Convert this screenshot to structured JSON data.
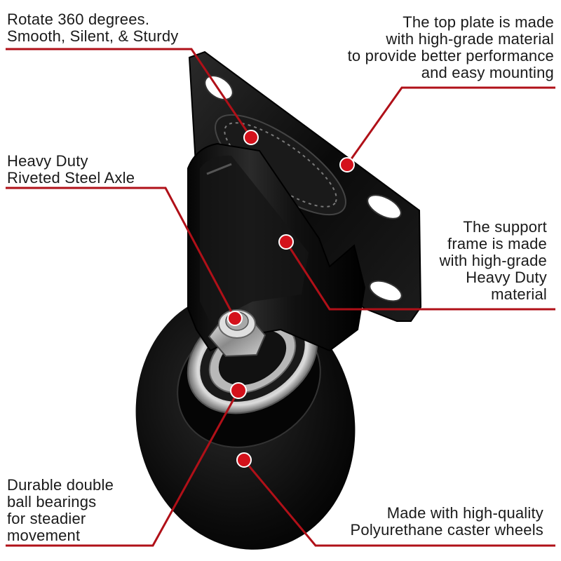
{
  "callouts": {
    "rotate": {
      "lines": [
        "Rotate 360 degrees.",
        "Smooth, Silent, & Sturdy"
      ]
    },
    "plate": {
      "lines": [
        "The top plate is made",
        "with high-grade material",
        "to provide better performance",
        "and easy mounting"
      ]
    },
    "axle": {
      "lines": [
        "Heavy Duty",
        "Riveted Steel Axle"
      ]
    },
    "frame": {
      "lines": [
        "The support",
        "frame is made",
        "with high-grade",
        "Heavy Duty",
        "material"
      ]
    },
    "bearings": {
      "lines": [
        "Durable double",
        "ball bearings",
        "for steadier",
        "movement"
      ]
    },
    "wheel": {
      "lines": [
        "Made with high-quality",
        "Polyurethane caster wheels"
      ]
    }
  },
  "colors": {
    "leader_line": "#b01018",
    "marker": "#d4111b",
    "caster_body": "#0c0c0c",
    "text": "#1a1a1a"
  }
}
